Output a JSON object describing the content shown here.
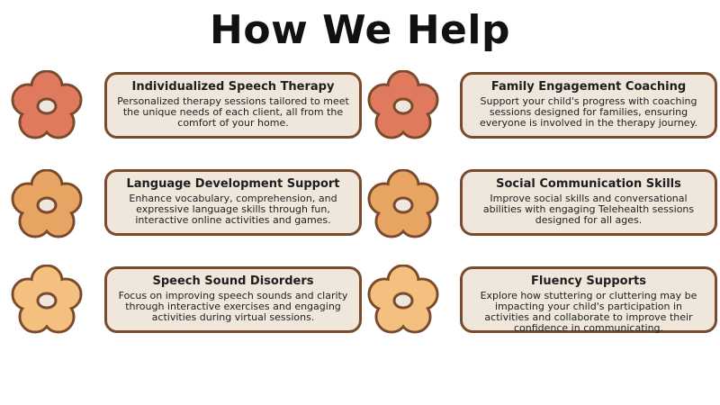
{
  "title": "How We Help",
  "colors": {
    "flower_row1": "#e07a5f",
    "flower_row2": "#e8a463",
    "flower_row3": "#f4c07f",
    "outline": "#7a4a2c",
    "card_bg": "#efe6dc"
  },
  "services": [
    {
      "title": "Individualized Speech Therapy",
      "description": "Personalized therapy sessions tailored to meet the unique needs of each client, all from the comfort of your home."
    },
    {
      "title": "Family Engagement Coaching",
      "description": "Support your child's progress with coaching sessions designed for families, ensuring everyone is involved in the therapy journey."
    },
    {
      "title": "Language Development Support",
      "description": "Enhance vocabulary, comprehension, and expressive language skills through fun, interactive online activities and games."
    },
    {
      "title": "Social Communication Skills",
      "description": "Improve social skills and conversational abilities with engaging Telehealth sessions designed for all ages."
    },
    {
      "title": "Speech Sound Disorders",
      "description": "Focus on improving speech sounds and clarity through interactive exercises and engaging activities during virtual sessions."
    },
    {
      "title": "Fluency Supports",
      "description": "Explore how stuttering or cluttering may be impacting your child's participation in activities and collaborate to improve their confidence in communicating."
    }
  ]
}
